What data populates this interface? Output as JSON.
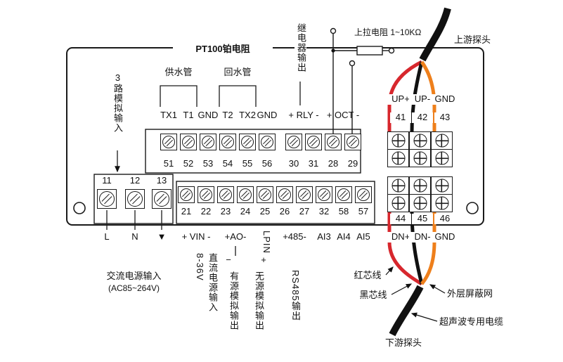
{
  "title": "PT100铂电阻",
  "labels": {
    "supply_pipe": "供水管",
    "return_pipe": "回水管",
    "relay_output": "继电器输出",
    "pullup_resistor": "上拉电阻 1~10KΩ",
    "upstream_probe": "上游探头",
    "downstream_probe": "下游探头",
    "analog_input_3ch": "3路模拟输入",
    "ac_input_line1": "交流电源输入",
    "ac_input_line2": "(AC85~264V)",
    "dc_voltage": "8-36V",
    "dc_input": "直流电源输入",
    "active_analog_out": "有源模拟输出",
    "passive_analog_out": "无源模拟输出",
    "rs485_output": "RS485输出",
    "red_core": "红芯线",
    "black_core": "黑芯线",
    "shield_mesh": "外层屏蔽网",
    "ultrasonic_cable": "超声波专用电缆",
    "minus_sign": "−",
    "plus_sign": "+"
  },
  "top_row": {
    "labels": [
      "TX1",
      "T1",
      "GND",
      "T2",
      "TX2",
      "GND"
    ],
    "rly_label": "+ RLY -",
    "oct_label": "+ OCT -",
    "numbers": [
      "51",
      "52",
      "53",
      "54",
      "55",
      "56",
      "30",
      "31",
      "28",
      "29"
    ]
  },
  "power_block": {
    "numbers": [
      "11",
      "12",
      "13"
    ],
    "labels": [
      "L",
      "N",
      "▼"
    ]
  },
  "bottom_row": {
    "numbers": [
      "21",
      "22",
      "23",
      "24",
      "25",
      "26",
      "27",
      "32",
      "58",
      "57"
    ],
    "vin_label": "+ VIN -",
    "ao_label": "+AO-",
    "lpin_label": "LPIN",
    "rs485_label": "+485-",
    "ai_labels": [
      "AI3",
      "AI4",
      "AI5"
    ]
  },
  "upstream_group": {
    "labels": [
      "UP+",
      "UP-",
      "GND"
    ],
    "numbers": [
      "41",
      "42",
      "43"
    ]
  },
  "downstream_group": {
    "labels": [
      "DN+",
      "DN-",
      "GND"
    ],
    "numbers": [
      "44",
      "45",
      "46"
    ]
  },
  "colors": {
    "line": "#1a1a1a",
    "red_wire": "#d7272d",
    "orange_wire": "#ee7f1b",
    "cable_black": "#111111"
  }
}
